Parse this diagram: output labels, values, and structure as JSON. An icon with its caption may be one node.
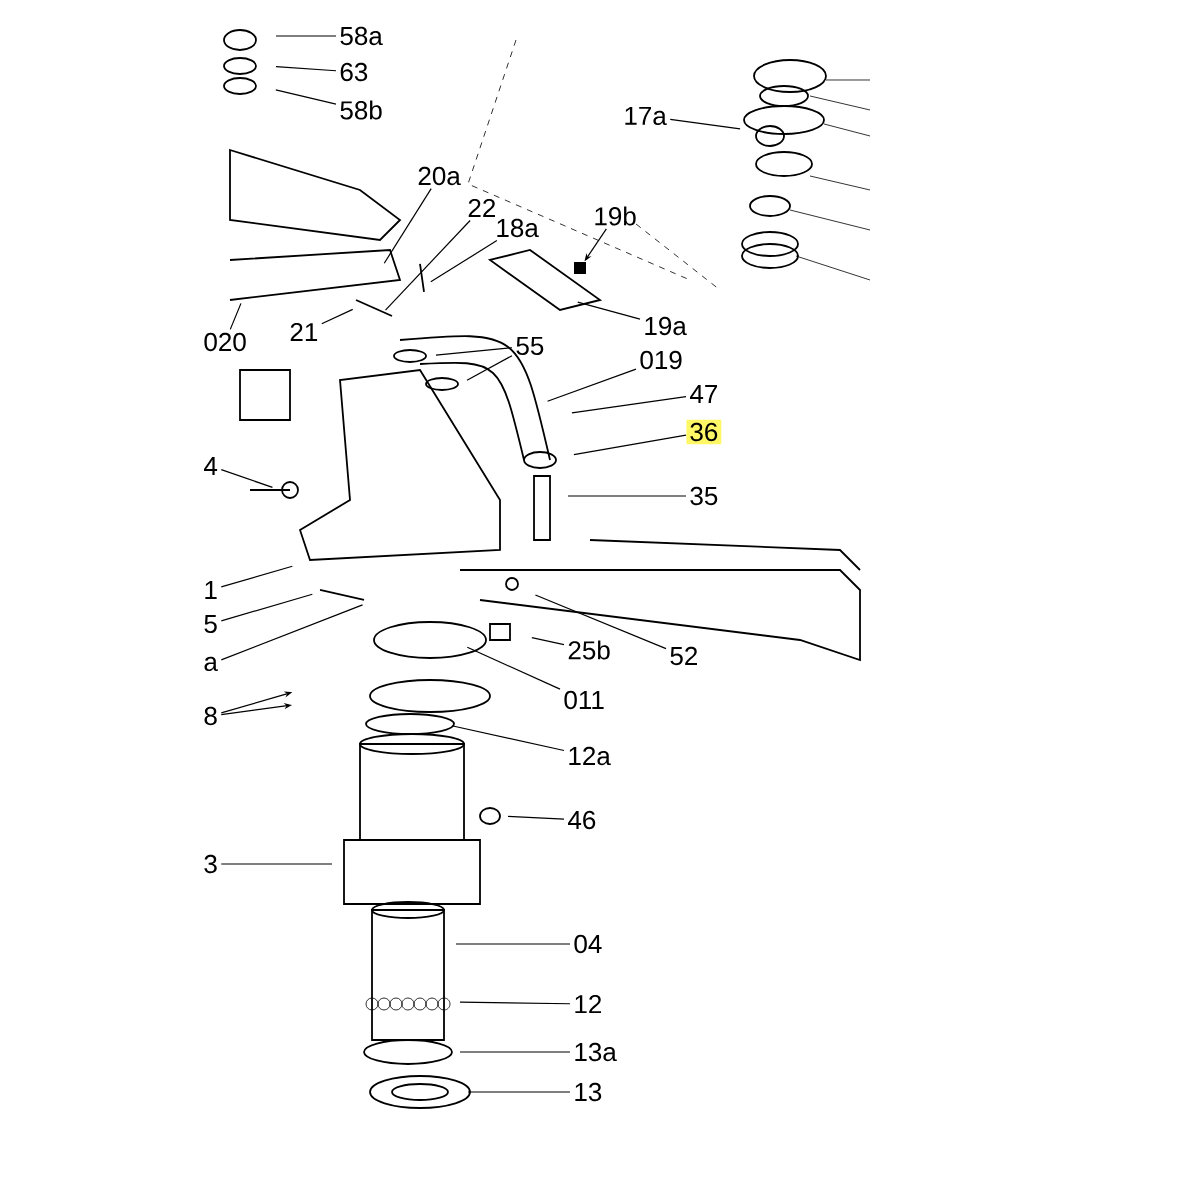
{
  "diagram": {
    "nodes": [
      {
        "text": [
          "58a"
        ]
      },
      {
        "text": [
          "63"
        ]
      },
      {
        "text": [
          "58b"
        ]
      },
      {
        "text": [
          "17a"
        ]
      },
      {
        "text": [
          "20a"
        ]
      },
      {
        "text": [
          "22"
        ]
      },
      {
        "text": [
          "18a"
        ]
      },
      {
        "text": [
          "19b"
        ]
      },
      {
        "text": [
          "020"
        ]
      },
      {
        "text": [
          "21"
        ]
      },
      {
        "text": [
          "19a"
        ]
      },
      {
        "text": [
          "55"
        ]
      },
      {
        "text": [
          "019"
        ]
      },
      {
        "text": [
          "47"
        ]
      },
      {
        "text": [
          "36"
        ]
      },
      {
        "text": [
          "4"
        ]
      },
      {
        "text": [
          "35"
        ]
      },
      {
        "text": [
          "1"
        ]
      },
      {
        "text": [
          "5"
        ]
      },
      {
        "text": [
          "25b"
        ]
      },
      {
        "text": [
          "52"
        ]
      },
      {
        "text": [
          "a"
        ]
      },
      {
        "text": [
          "011"
        ]
      },
      {
        "text": [
          "8"
        ]
      },
      {
        "text": [
          "12a"
        ]
      },
      {
        "text": [
          "46"
        ]
      },
      {
        "text": [
          "3"
        ]
      },
      {
        "text": [
          "04"
        ]
      },
      {
        "text": [
          "12"
        ]
      },
      {
        "text": [
          "13a"
        ]
      },
      {
        "text": [
          "13"
        ]
      }
    ],
    "edges": [
      {
        "from": 0,
        "to": null,
        "arrow": "none"
      },
      {
        "from": 1,
        "to": null,
        "arrow": "none"
      },
      {
        "from": 2,
        "to": null,
        "arrow": "none"
      },
      {
        "from": 3,
        "to": null,
        "arrow": "none"
      },
      {
        "from": 4,
        "to": null,
        "arrow": "none"
      },
      {
        "from": 5,
        "to": null,
        "arrow": "none"
      },
      {
        "from": 6,
        "to": null,
        "arrow": "none"
      },
      {
        "from": 7,
        "to": null,
        "arrow": "to"
      },
      {
        "from": 8,
        "to": null,
        "arrow": "none"
      },
      {
        "from": 9,
        "to": null,
        "arrow": "none"
      },
      {
        "from": 10,
        "to": null,
        "arrow": "none"
      },
      {
        "from": 11,
        "to": null,
        "arrow": "none"
      },
      {
        "from": 11,
        "to": null,
        "arrow": "none"
      },
      {
        "from": 12,
        "to": null,
        "arrow": "none"
      },
      {
        "from": 13,
        "to": null,
        "arrow": "none"
      },
      {
        "from": 14,
        "to": null,
        "arrow": "none"
      },
      {
        "from": 15,
        "to": null,
        "arrow": "none"
      },
      {
        "from": 16,
        "to": null,
        "arrow": "none"
      },
      {
        "from": 17,
        "to": null,
        "arrow": "none"
      },
      {
        "from": 18,
        "to": null,
        "arrow": "none"
      },
      {
        "from": 19,
        "to": null,
        "arrow": "none"
      },
      {
        "from": 20,
        "to": null,
        "arrow": "none"
      },
      {
        "from": 21,
        "to": null,
        "arrow": "none"
      },
      {
        "from": 22,
        "to": null,
        "arrow": "none"
      },
      {
        "from": 23,
        "to": null,
        "arrow": "to"
      },
      {
        "from": 23,
        "to": null,
        "arrow": "to"
      },
      {
        "from": 24,
        "to": null,
        "arrow": "none"
      },
      {
        "from": 25,
        "to": null,
        "arrow": "none"
      },
      {
        "from": 26,
        "to": null,
        "arrow": "none"
      },
      {
        "from": 27,
        "to": null,
        "arrow": "none"
      },
      {
        "from": 28,
        "to": null,
        "arrow": "none"
      },
      {
        "from": 29,
        "to": null,
        "arrow": "none"
      },
      {
        "from": 30,
        "to": null,
        "arrow": "none"
      }
    ]
  }
}
